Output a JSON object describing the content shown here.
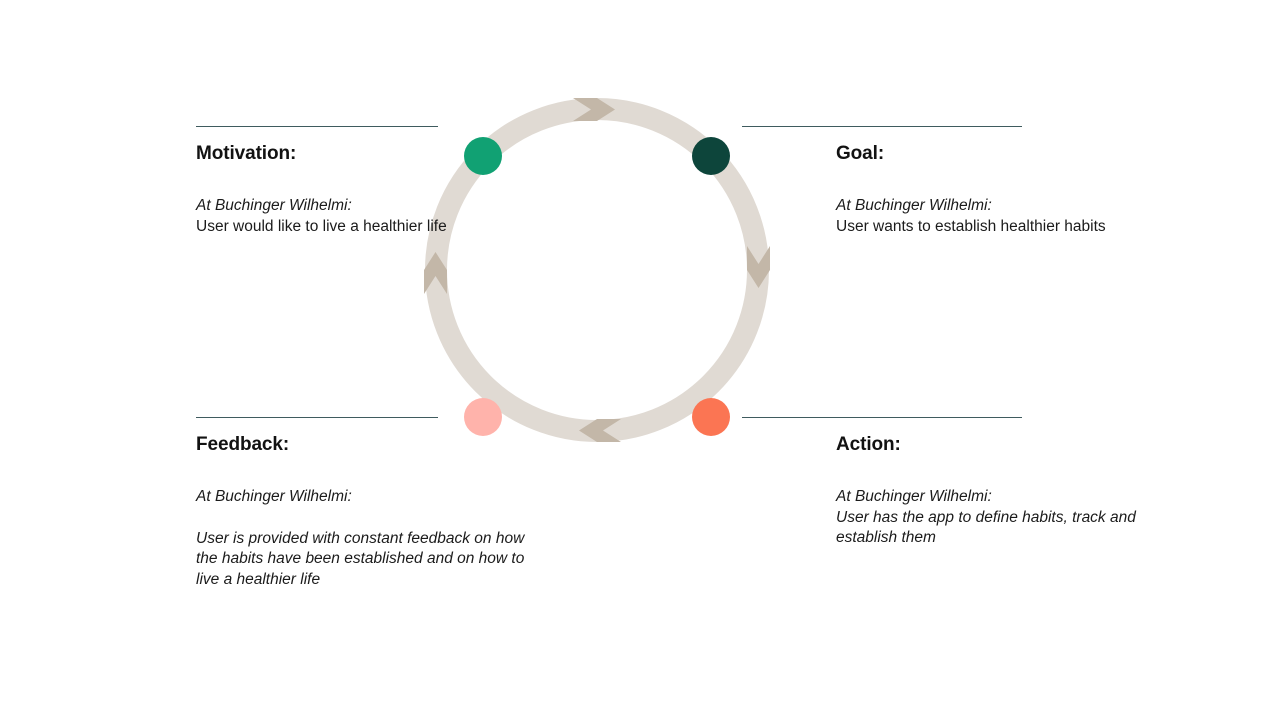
{
  "diagram": {
    "type": "cycle",
    "direction": "clockwise",
    "ring": {
      "band_color": "#e0dad3",
      "chevron_color": "#c3b7a8",
      "chevrons": [
        {
          "name": "chevron-top",
          "points": "right",
          "angle_deg": 0
        },
        {
          "name": "chevron-right",
          "points": "down",
          "angle_deg": 90
        },
        {
          "name": "chevron-bottom",
          "points": "left",
          "angle_deg": 180
        },
        {
          "name": "chevron-left",
          "points": "up",
          "angle_deg": 270
        }
      ]
    },
    "rule_color": "#3f5b5e",
    "nodes": [
      {
        "id": "motivation",
        "heading": "Motivation:",
        "lead": "At Buchinger Wilhelmi:",
        "detail": "User would like to live a healthier life",
        "dot_color": "#11a173",
        "dot_name": "motivation-dot",
        "position": "top-left"
      },
      {
        "id": "goal",
        "heading": "Goal:",
        "lead": "At Buchinger Wilhelmi:",
        "detail": "User wants to establish healthier habits",
        "dot_color": "#0d453b",
        "dot_name": "goal-dot",
        "position": "top-right"
      },
      {
        "id": "feedback",
        "heading": "Feedback:",
        "lead": "At Buchinger Wilhelmi:",
        "detail": "User is provided with constant feedback on how the habits have been established and on how to live a healthier life",
        "dot_color": "#ffb3ab",
        "dot_name": "feedback-dot",
        "position": "bottom-left"
      },
      {
        "id": "action",
        "heading": "Action:",
        "lead": "At Buchinger Wilhelmi:",
        "detail": "User has the app to define habits, track and establish them",
        "dot_color": "#fb7553",
        "dot_name": "action-dot",
        "position": "bottom-right"
      }
    ]
  }
}
